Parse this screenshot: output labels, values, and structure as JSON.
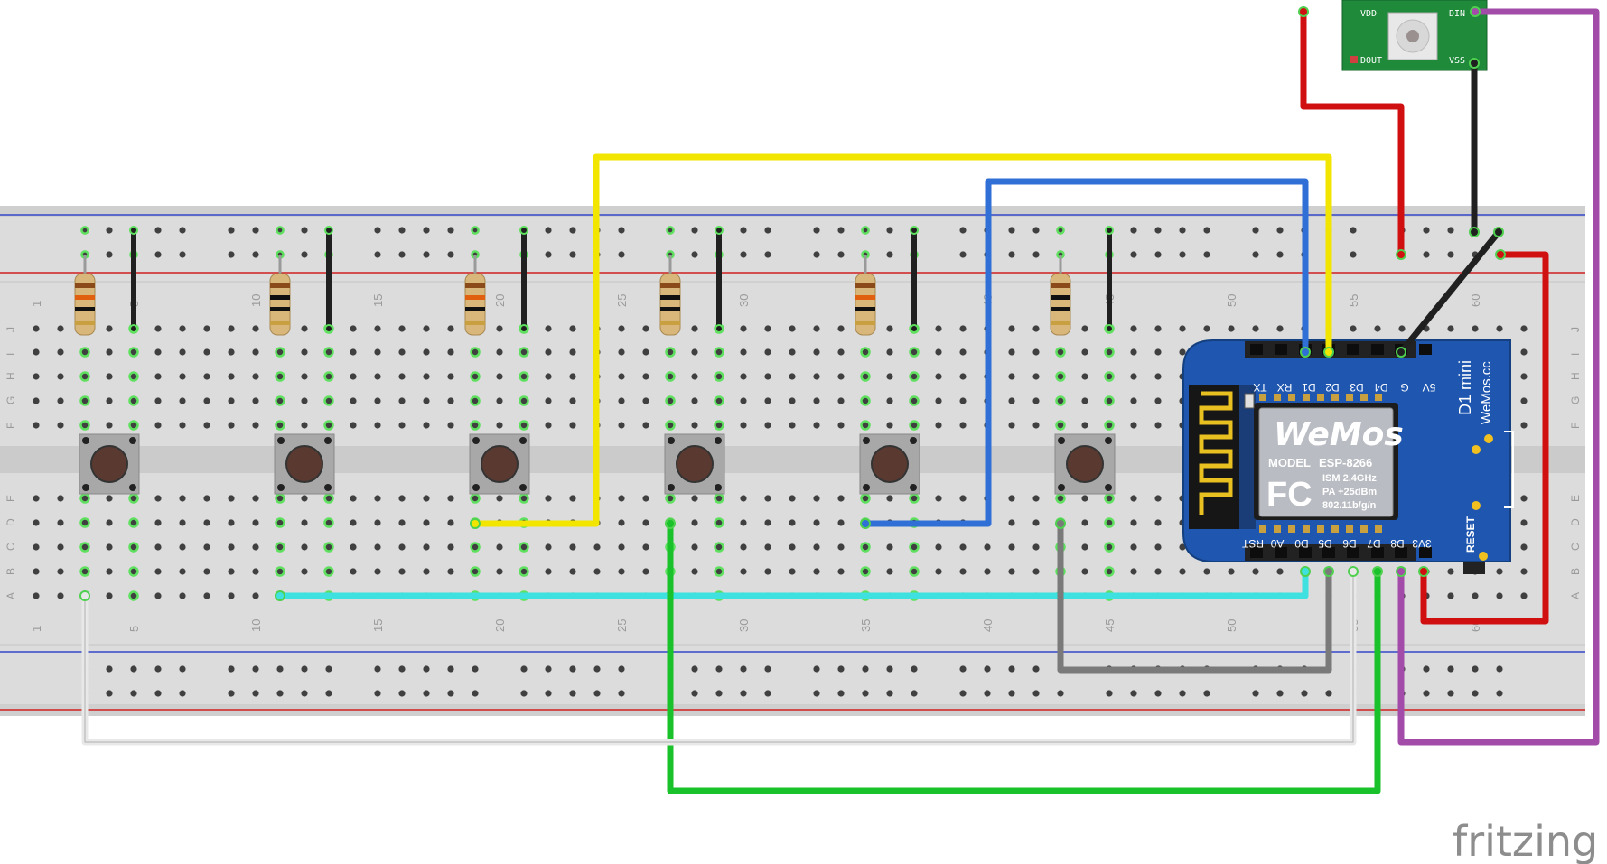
{
  "app": {
    "watermark": "fritzing"
  },
  "breadboard": {
    "column_labels": [
      "1",
      "5",
      "10",
      "15",
      "20",
      "25",
      "30",
      "35",
      "40",
      "45",
      "50",
      "55",
      "60"
    ],
    "row_labels_top": [
      "J",
      "I",
      "H",
      "G",
      "F"
    ],
    "row_labels_bottom": [
      "E",
      "D",
      "C",
      "B",
      "A"
    ]
  },
  "wemos": {
    "top_pins": [
      "TX",
      "RX",
      "D1",
      "D2",
      "D3",
      "D4",
      "G",
      "5V"
    ],
    "bottom_pins": [
      "RST",
      "A0",
      "D0",
      "D5",
      "D6",
      "D7",
      "D8",
      "3V3"
    ],
    "title": "D1 mini",
    "brand_url": "WeMos.cc",
    "logo": "WeMos",
    "model_label": "MODEL",
    "model": "ESP-8266",
    "spec_1": "ISM 2.4GHz",
    "spec_2": "PA +25dBm",
    "spec_3": "802.11b/g/n",
    "fcc": "FC",
    "reset_label": "RESET"
  },
  "led_module": {
    "vdd": "VDD",
    "din": "DIN",
    "dout": "DOUT",
    "vss": "VSS"
  },
  "wires": [
    {
      "name": "yellow",
      "color": "#f2e600"
    },
    {
      "name": "blue",
      "color": "#2f6fd6"
    },
    {
      "name": "cyan",
      "color": "#3fe0e0"
    },
    {
      "name": "green",
      "color": "#19c22a"
    },
    {
      "name": "gray",
      "color": "#7a7a7a"
    },
    {
      "name": "white",
      "color": "#e8e8e8"
    },
    {
      "name": "purple",
      "color": "#a24ba8"
    },
    {
      "name": "red",
      "color": "#d01010"
    },
    {
      "name": "black",
      "color": "#202020"
    }
  ]
}
